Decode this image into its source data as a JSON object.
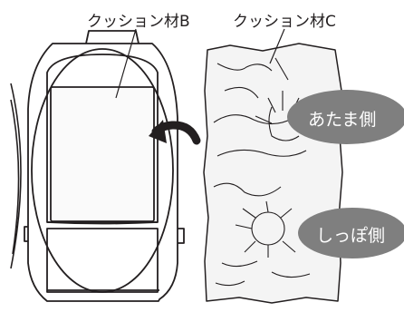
{
  "labels": {
    "cushion_b": "クッション材B",
    "cushion_c": "クッション材C",
    "head": "あたま側",
    "tail": "しっぽ側"
  },
  "colors": {
    "outline": "#231f20",
    "label_bubble": "#7f7f7f",
    "bubble_text": "#ffffff",
    "cushion_fill": "#f4f4f4",
    "background": "#ffffff"
  },
  "icons": {
    "arrow": "curved-arrow-left",
    "carrier": "pet-carrier-top-view",
    "cushion": "crumpled-cushion"
  }
}
